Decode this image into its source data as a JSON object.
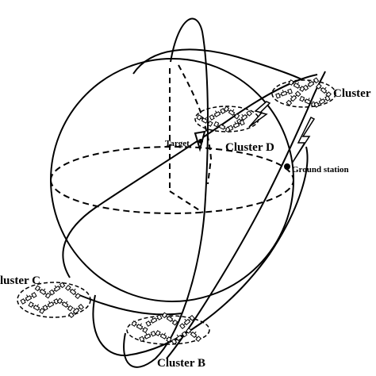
{
  "labels": {
    "cluster_top": "Cluster",
    "cluster_d": "Cluster D",
    "cluster_c": "luster C",
    "cluster_b": "Cluster B",
    "target": "Target",
    "ground_station": "Ground station"
  },
  "clusters": [
    {
      "id": "top",
      "satellite_count": 7
    },
    {
      "id": "d",
      "satellite_count": 6
    },
    {
      "id": "c",
      "satellite_count": 8
    },
    {
      "id": "b",
      "satellite_count": 8
    }
  ],
  "colors": {
    "ink": "#000000",
    "background": "#ffffff"
  }
}
